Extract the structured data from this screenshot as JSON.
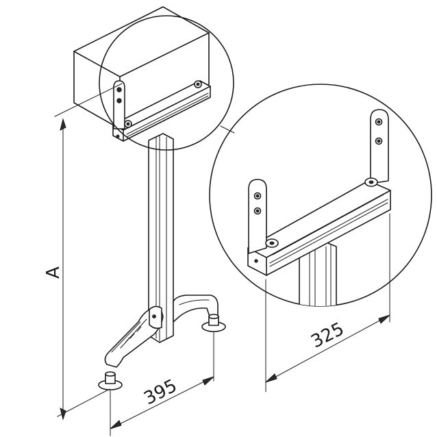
{
  "dimensions": {
    "height_label": "A",
    "base_width_label": "395",
    "bracket_width_label": "325"
  },
  "colors": {
    "line": "#1a1a1a",
    "background": "#ffffff"
  }
}
